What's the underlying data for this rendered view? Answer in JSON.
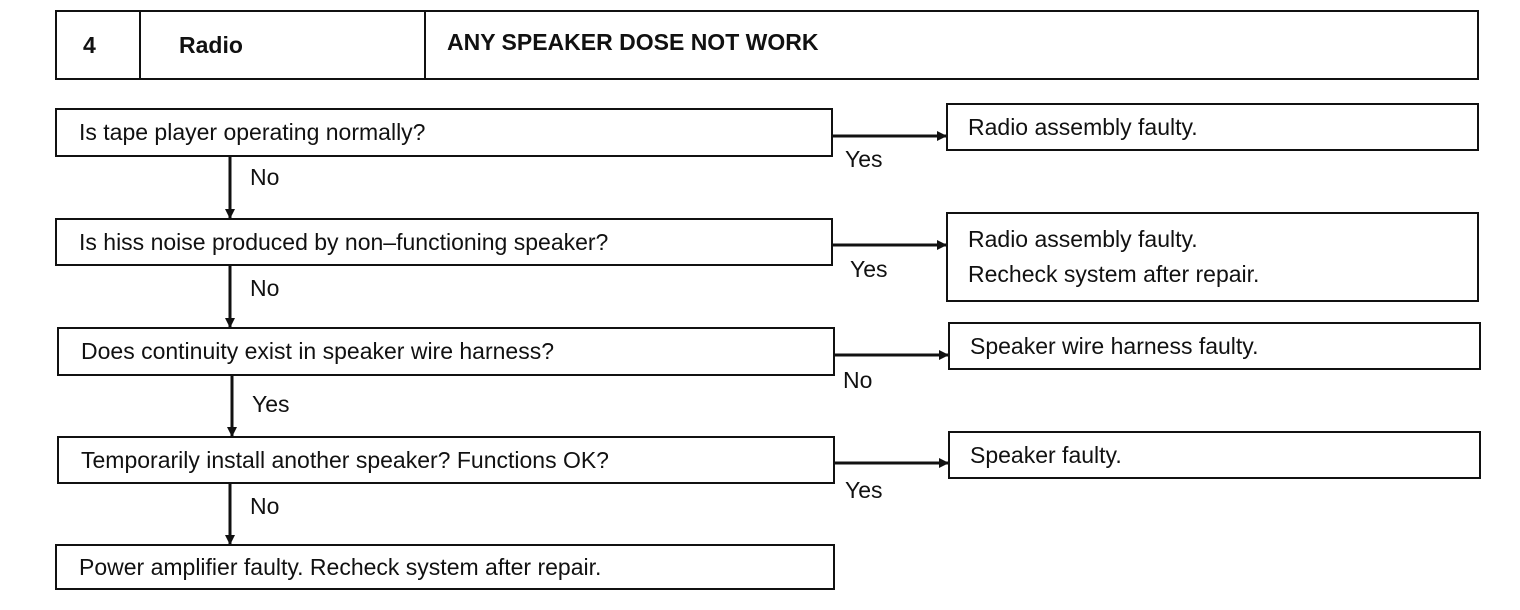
{
  "header": {
    "number": "4",
    "system": "Radio",
    "title": "ANY SPEAKER DOSE NOT WORK"
  },
  "steps": [
    {
      "question": "Is tape player operating normally?",
      "side_label": "Yes",
      "down_label": "No",
      "result": [
        "Radio assembly faulty."
      ]
    },
    {
      "question": "Is hiss noise produced by non–functioning speaker?",
      "side_label": "Yes",
      "down_label": "No",
      "result": [
        "Radio assembly faulty.",
        "Recheck system after repair."
      ]
    },
    {
      "question": "Does continuity exist in speaker wire harness?",
      "side_label": "No",
      "down_label": "Yes",
      "result": [
        "Speaker wire harness faulty."
      ]
    },
    {
      "question": "Temporarily install another speaker? Functions OK?",
      "side_label": "Yes",
      "down_label": "No",
      "result": [
        "Speaker faulty."
      ]
    }
  ],
  "final": "Power amplifier faulty. Recheck system after repair."
}
